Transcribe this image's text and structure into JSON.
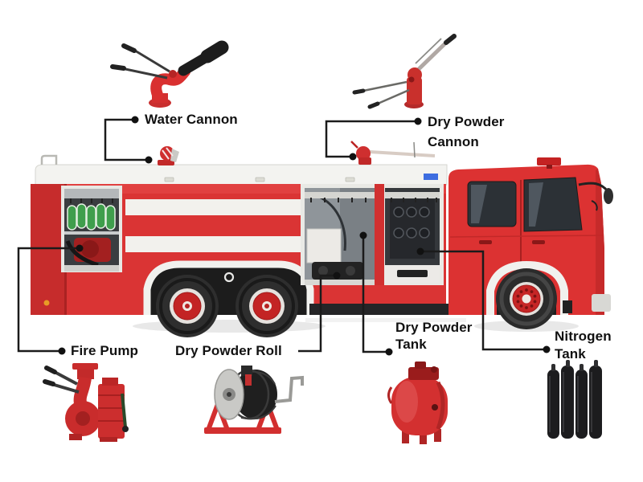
{
  "diagram": {
    "subject": "fire truck components diagram",
    "background_color": "#ffffff",
    "colors": {
      "truck_red": "#dc3434",
      "dark_red": "#b52525",
      "white_stripe": "#f2f1ed",
      "callout_line": "#1b1b1b",
      "label_text": "#111111",
      "tire_black": "#2b2b2b",
      "hub_red": "#c42424",
      "hose_green": "#3f9e4c",
      "decal_blue": "#3d6de0"
    },
    "labels": {
      "water_cannon": {
        "text": "Water Cannon"
      },
      "dry_powder_cannon": {
        "line1": "Dry Powder",
        "line2": "Cannon"
      },
      "fire_pump": {
        "text": "Fire Pump"
      },
      "dry_powder_roll": {
        "text": "Dry Powder Roll"
      },
      "dry_powder_tank": {
        "line1": "Dry Powder",
        "line2": "Tank"
      },
      "nitrogen_tank": {
        "line1": "Nitrogen",
        "line2": "Tank"
      }
    }
  }
}
